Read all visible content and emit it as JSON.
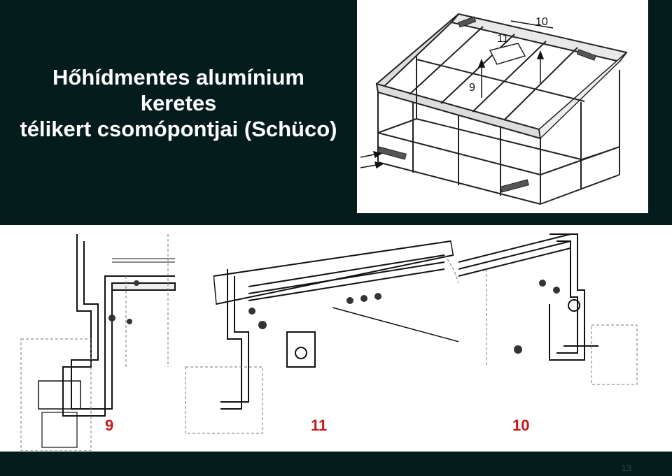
{
  "slide": {
    "title_lines": [
      "Hőhídmentes alumínium",
      "keretes",
      "télikert csomópontjai (Schüco)"
    ],
    "page_number": "13",
    "colors": {
      "background": "#041c1c",
      "title": "#ffffff",
      "labels": "#c41a1a"
    }
  },
  "isometric_drawing": {
    "callouts": [
      "10",
      "11",
      "9"
    ]
  },
  "section_details": {
    "labels": [
      "9",
      "11",
      "10"
    ]
  }
}
